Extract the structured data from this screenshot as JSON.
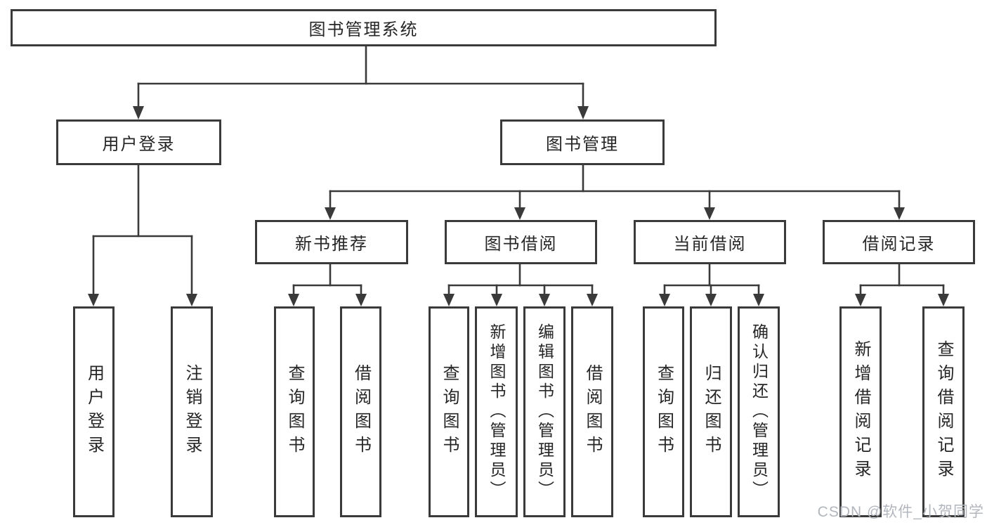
{
  "chart_data": {
    "type": "tree-diagram",
    "title": "图书管理系统",
    "note": "Function structure diagram of a library management system"
  },
  "tree": {
    "root": "图书管理系统",
    "branches": [
      {
        "label": "用户登录",
        "children": [
          "用户登录",
          "注销登录"
        ]
      },
      {
        "label": "图书管理",
        "groups": [
          {
            "label": "新书推荐",
            "children": [
              "查询图书",
              "借阅图书"
            ]
          },
          {
            "label": "图书借阅",
            "children": [
              "查询图书",
              "新增图书（管理员）",
              "编辑图书（管理员）",
              "借阅图书"
            ]
          },
          {
            "label": "当前借阅",
            "children": [
              "查询图书",
              "归还图书",
              "确认归还（管理员）"
            ]
          },
          {
            "label": "借阅记录",
            "children": [
              "新增借阅记录",
              "查询借阅记录"
            ]
          }
        ]
      }
    ]
  },
  "watermark": "CSDN @软件_小贺同学",
  "colors": {
    "line": "#3a3a3a",
    "box_border": "#3a3a3a",
    "text": "#262626",
    "watermark": "#b2b6bd",
    "background": "#ffffff"
  }
}
